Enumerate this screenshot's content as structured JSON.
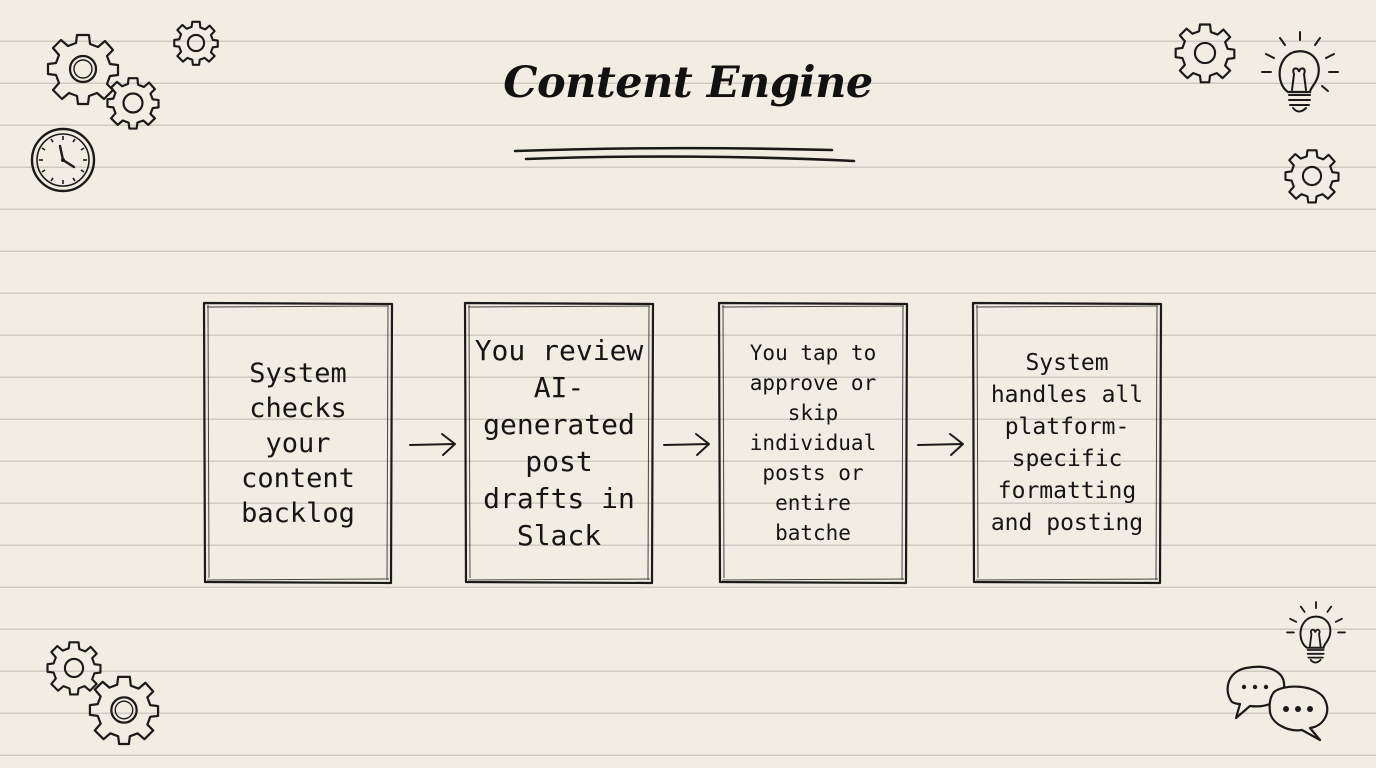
{
  "title": "Content Engine",
  "steps": [
    {
      "id": "check-backlog",
      "text": "System checks your content backlog"
    },
    {
      "id": "review-drafts",
      "text": "You review AI-generated post drafts in Slack"
    },
    {
      "id": "approve-skip",
      "text": "You tap to approve or skip individual posts or entire batche"
    },
    {
      "id": "format-post",
      "text": "System handles all platform-specific formatting and posting"
    }
  ],
  "connectors": [
    "arrow",
    "arrow",
    "arrow"
  ],
  "decorations": [
    "gear-icon",
    "clock-icon",
    "lightbulb-icon",
    "chat-bubbles-icon"
  ],
  "colors": {
    "paper": "#f2ede3",
    "rule_lines": "#cfcbc2",
    "ink": "#161616"
  }
}
